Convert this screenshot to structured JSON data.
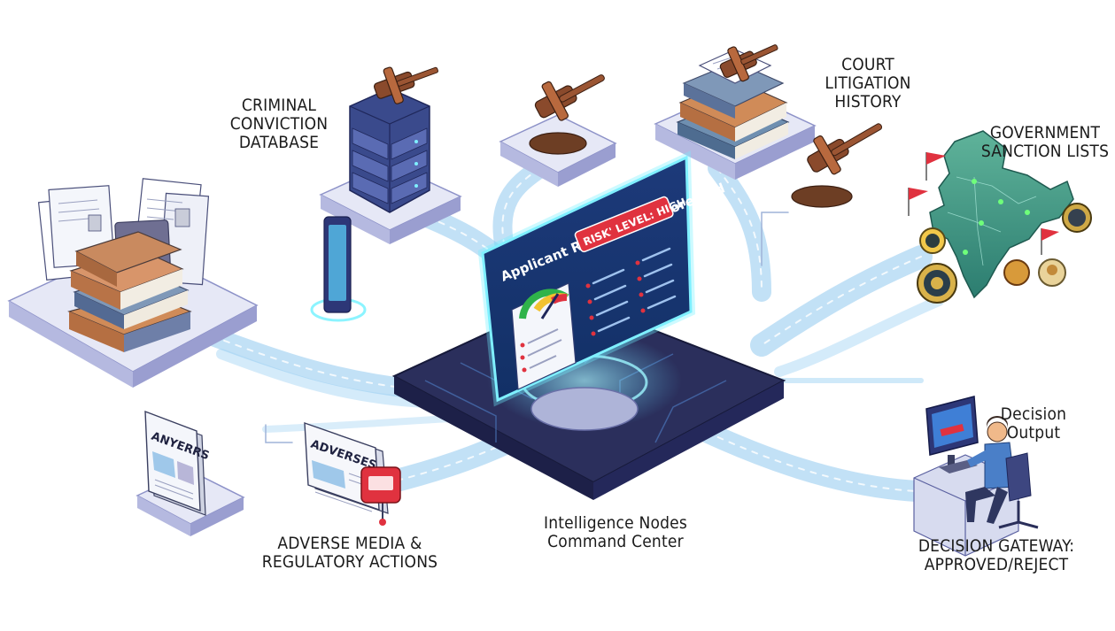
{
  "labels": {
    "criminal": [
      "CRIMINAL",
      "CONVICTION",
      "DATABASE"
    ],
    "court": [
      "COURT",
      "LITIGATION",
      "HISTORY"
    ],
    "government": [
      "GOVERNMENT",
      "SANCTION LISTS"
    ],
    "decision_output": [
      "Decision",
      "Output"
    ],
    "decision_gateway": [
      "DECISION GATEWAY:",
      "APPROVED/REJECT"
    ],
    "command_center": [
      "Intelligence Nodes",
      "Command Center"
    ],
    "adverse_media": [
      "ADVERSE MEDIA &",
      "REGULATORY ACTIONS"
    ]
  },
  "scorecard": {
    "title": "Applicant Risk Profile Scorecard",
    "risk_level": "RISK' LEVEL: HIGH"
  },
  "newspapers": {
    "left_masthead": "ANYERRS",
    "center_masthead": "ADVERSES"
  },
  "colors": {
    "platform_top": "#e4e6f7",
    "platform_side": "#9a9ed0",
    "command_base": "#2b2f5c",
    "data_stream": "#7fc6ee",
    "glow": "#6ff1ff",
    "risk_red": "#e0323f",
    "map_green": "#3f9a82"
  },
  "icons": [
    "gavel-icon",
    "server-rack-icon",
    "document-stack-icon",
    "book-stack-icon",
    "newspaper-icon",
    "india-map-icon",
    "flag-icon",
    "seal-icon",
    "gauge-icon",
    "computer-workstation-icon",
    "person-icon",
    "phone-icon",
    "alert-icon"
  ]
}
